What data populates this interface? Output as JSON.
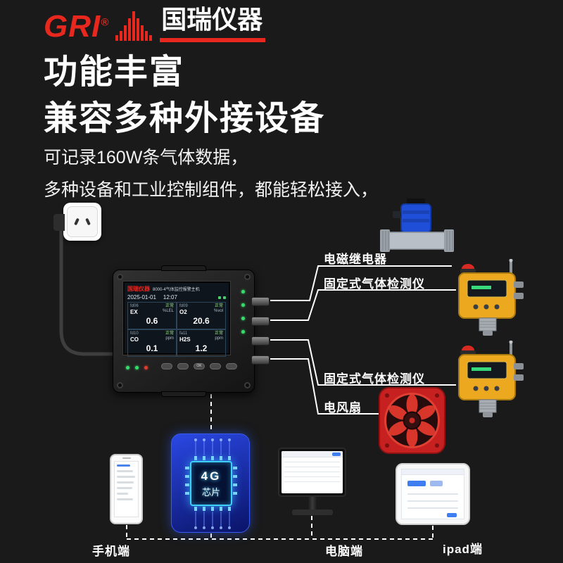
{
  "logo": {
    "text": "GRI",
    "reg": "®",
    "brand": "国瑞仪器"
  },
  "headlines": {
    "line1": "功能丰富",
    "line2": "兼容多种外接设备"
  },
  "body_text": {
    "line1": "可记录160W条气体数据，",
    "line2": "多种设备和工业控制组件，都能轻松接入，"
  },
  "controller": {
    "screen_brand": "国瑞仪器",
    "screen_model": "8000-4气体监控报警主机",
    "date": "2025-01-01",
    "time": "12:07",
    "ok_label": "OK",
    "readings": [
      {
        "id": "fd06",
        "status": "正常",
        "gas": "EX",
        "unit": "%LEL",
        "value": "0.6"
      },
      {
        "id": "fd09",
        "status": "正常",
        "gas": "O2",
        "unit": "%vol",
        "value": "20.6"
      },
      {
        "id": "fd10",
        "status": "正常",
        "gas": "CO",
        "unit": "ppm",
        "value": "0.1"
      },
      {
        "id": "fa11",
        "status": "正常",
        "gas": "H2S",
        "unit": "ppm",
        "value": "1.2"
      }
    ]
  },
  "peripheral_labels": {
    "relay": "电磁继电器",
    "detector_top": "固定式气体检测仪",
    "detector_bottom": "固定式气体检测仪",
    "fan": "电风扇"
  },
  "chip": {
    "line1": "4G",
    "line2": "芯片"
  },
  "client_labels": {
    "phone": "手机端",
    "computer": "电脑端",
    "tablet": "ipad端"
  },
  "colors": {
    "accent_red": "#e8281e",
    "chip_blue": "#1c32c8",
    "detector_yellow": "#eca81f",
    "fan_red": "#c62020",
    "valve_blue": "#1f4fd8"
  }
}
